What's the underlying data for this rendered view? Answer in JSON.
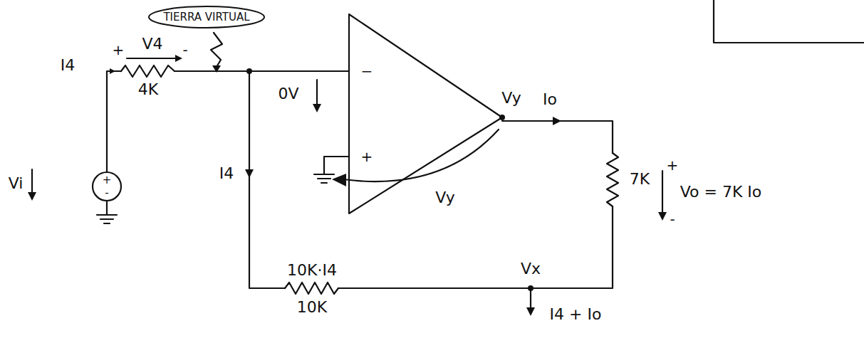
{
  "diagram": {
    "nodes": [
      {
        "text": [
          "TIERRA VIRTUAL"
        ]
      }
    ],
    "labels": [
      "I4",
      "V4",
      "+",
      "-",
      "4K",
      "Vi",
      "+",
      "-",
      "0V",
      "−",
      "+",
      "Vy",
      "Io",
      "Vy",
      "I4",
      "10K·I4",
      "10K",
      "Vx",
      "I4 + Io",
      "7K",
      "+",
      "Vo = 7K Io",
      "-"
    ]
  }
}
